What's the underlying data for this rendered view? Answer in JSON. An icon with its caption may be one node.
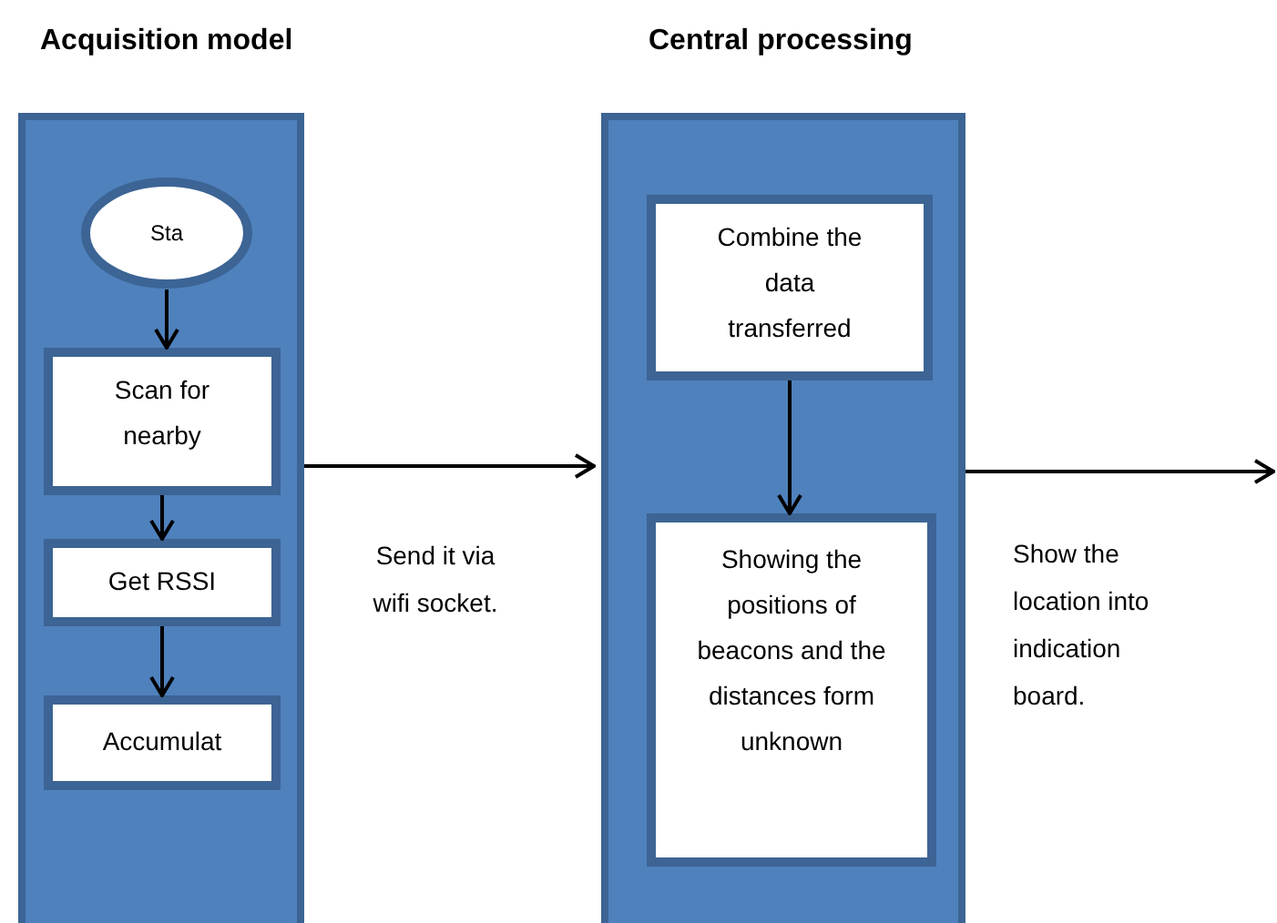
{
  "diagram": {
    "nodes": [
      {
        "text": [
          "Acquisition model"
        ]
      },
      {
        "text": [
          "Sta"
        ],
        "in": 0
      },
      {
        "text": [
          "Scan for nearby"
        ],
        "in": 0
      },
      {
        "text": [
          "Get RSSI"
        ],
        "in": 0
      },
      {
        "text": [
          "Accumulat"
        ],
        "in": 0
      },
      {
        "text": [
          "Central processing"
        ]
      },
      {
        "text": [
          "Combine the data transferred"
        ],
        "in": 5
      },
      {
        "text": [
          "Showing the positions of beacons and the distances form unknown"
        ],
        "in": 5
      }
    ],
    "edges": [
      {
        "from": 1,
        "to": 2,
        "arrow": "to"
      },
      {
        "from": 2,
        "to": 3,
        "arrow": "to"
      },
      {
        "from": 3,
        "to": 4,
        "arrow": "to"
      },
      {
        "from": 6,
        "to": 7,
        "arrow": "to"
      },
      {
        "from": 0,
        "to": 5,
        "arrow": "to",
        "label": "Send it via wifi socket."
      },
      {
        "from": 5,
        "to": null,
        "arrow": "to",
        "label": "Show the location into indication board."
      }
    ]
  }
}
